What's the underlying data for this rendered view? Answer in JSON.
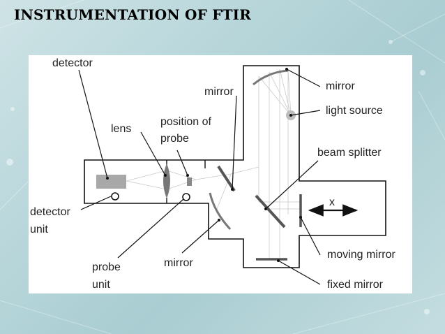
{
  "slide": {
    "title": "INSTRUMENTATION OF FTIR"
  },
  "diagram": {
    "labels": {
      "detector": "detector",
      "mirror_top": "mirror",
      "lens": "lens",
      "position_of_probe_1": "position of",
      "position_of_probe_2": "probe",
      "mirror_source": "mirror",
      "light_source": "light source",
      "beam_splitter": "beam splitter",
      "detector_unit_1": "detector",
      "detector_unit_2": "unit",
      "axis_x": "x",
      "probe_unit_1": "probe",
      "probe_unit_2": "unit",
      "mirror_bottom": "mirror",
      "moving_mirror": "moving mirror",
      "fixed_mirror": "fixed mirror"
    }
  }
}
